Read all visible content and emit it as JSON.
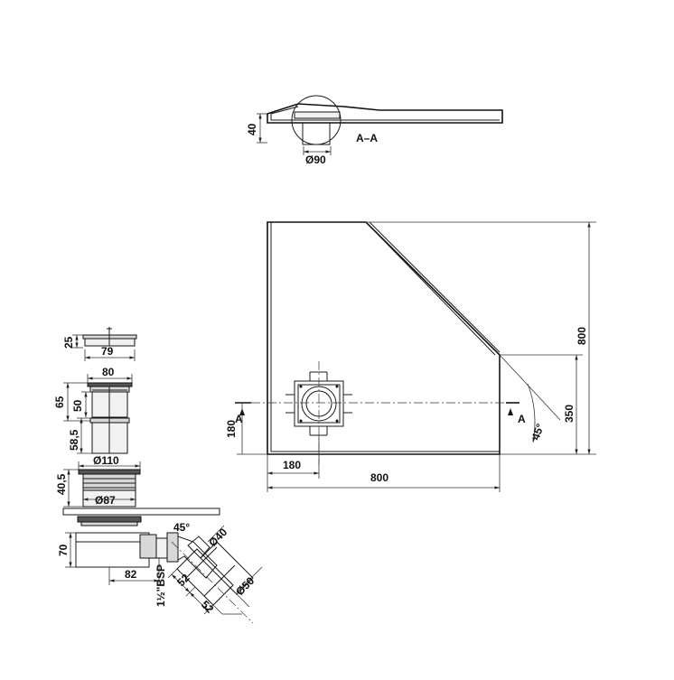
{
  "section": {
    "label": "A–A",
    "height": "40",
    "drain_diameter": "Ø90"
  },
  "plan": {
    "width": "800",
    "depth": "800",
    "short_side": "350",
    "drain_x": "180",
    "drain_y": "180",
    "angle": "45°",
    "section_mark_left": "A",
    "section_mark_right": "A"
  },
  "siphon": {
    "cap_height": "25",
    "cap_width": "79",
    "strainer_width": "80",
    "body_height_total": "65",
    "body_height_inner": "50",
    "pipe_height": "58,5",
    "flange_diameter": "Ø110",
    "flange_height": "40,5",
    "outlet_diameter": "Ø87",
    "trap_height": "70",
    "trap_offset": "82",
    "angle": "45°",
    "thread": "1½\"BSP",
    "pipe_inner": "Ø40",
    "pipe_outer": "Ø50",
    "segment_a": "52",
    "segment_b": "52"
  }
}
